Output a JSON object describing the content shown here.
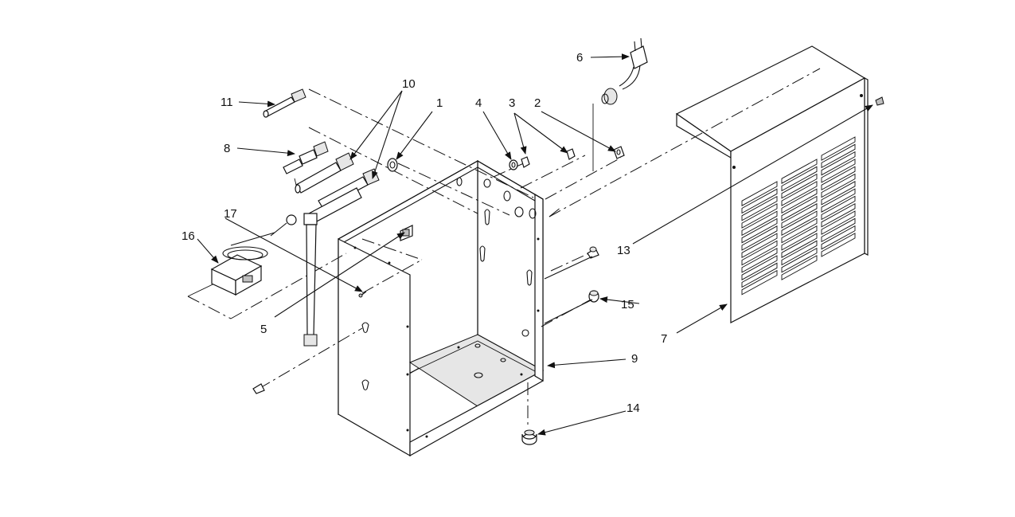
{
  "callouts": {
    "c1": "1",
    "c2": "2",
    "c3": "3",
    "c4": "4",
    "c5": "5",
    "c6": "6",
    "c7": "7",
    "c8": "8",
    "c9": "9",
    "c10": "10",
    "c11": "11",
    "c13": "13",
    "c14": "14",
    "c15": "15",
    "c16": "16",
    "c17": "17"
  }
}
